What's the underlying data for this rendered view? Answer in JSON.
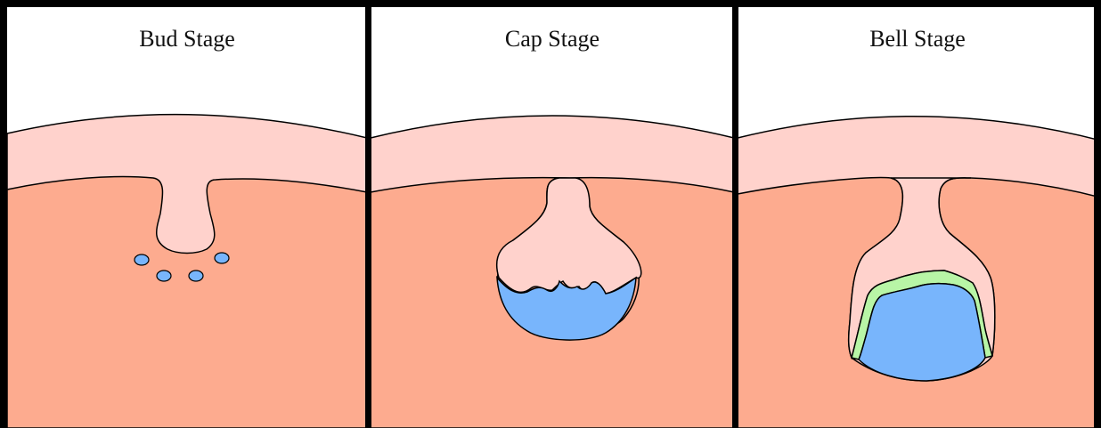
{
  "panels": [
    {
      "id": "bud",
      "title": "Bud Stage"
    },
    {
      "id": "cap",
      "title": "Cap Stage"
    },
    {
      "id": "bell",
      "title": "Bell Stage"
    }
  ],
  "colors": {
    "background": "#ffffff",
    "oral_epithelium": "#ffd2cc",
    "mesenchyme": "#fdab8f",
    "dental_papilla": "#78b5fc",
    "inner_enamel_epithelium": "#b8f5a6",
    "outline": "#000000"
  }
}
